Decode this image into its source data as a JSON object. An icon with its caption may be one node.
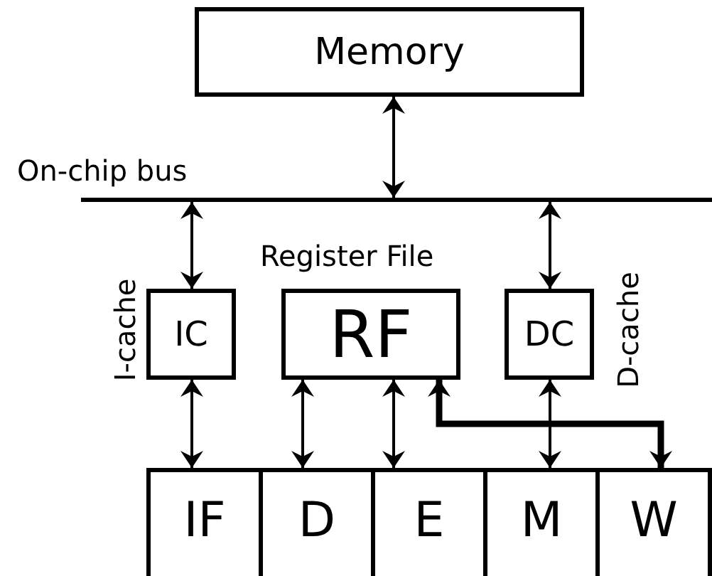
{
  "diagram": {
    "nodes": [
      {
        "text": [
          "Memory"
        ]
      },
      {
        "text": [],
        "shape": "bar",
        "beside": [
          "On-chip bus"
        ]
      },
      {
        "text": [
          "IC"
        ],
        "beside": [
          "I-cache"
        ]
      },
      {
        "text": [
          "Register File",
          "RF"
        ]
      },
      {
        "text": [
          "DC"
        ],
        "beside": [
          "D-cache"
        ]
      },
      {
        "text": [
          "IF"
        ]
      },
      {
        "text": [
          "D"
        ]
      },
      {
        "text": [
          "E"
        ]
      },
      {
        "text": [
          "M"
        ]
      },
      {
        "text": [
          "W"
        ]
      }
    ],
    "edges": [
      {
        "from": 0,
        "to": 1,
        "arrow": "both"
      },
      {
        "from": 1,
        "to": 2,
        "arrow": "both"
      },
      {
        "from": 1,
        "to": 4,
        "arrow": "both"
      },
      {
        "from": 2,
        "to": 5,
        "arrow": "both"
      },
      {
        "from": 3,
        "to": 6,
        "arrow": "both"
      },
      {
        "from": 3,
        "to": 7,
        "arrow": "both"
      },
      {
        "from": 3,
        "to": 9,
        "arrow": "both",
        "style": "thick"
      },
      {
        "from": 4,
        "to": 8,
        "arrow": "both"
      }
    ]
  }
}
